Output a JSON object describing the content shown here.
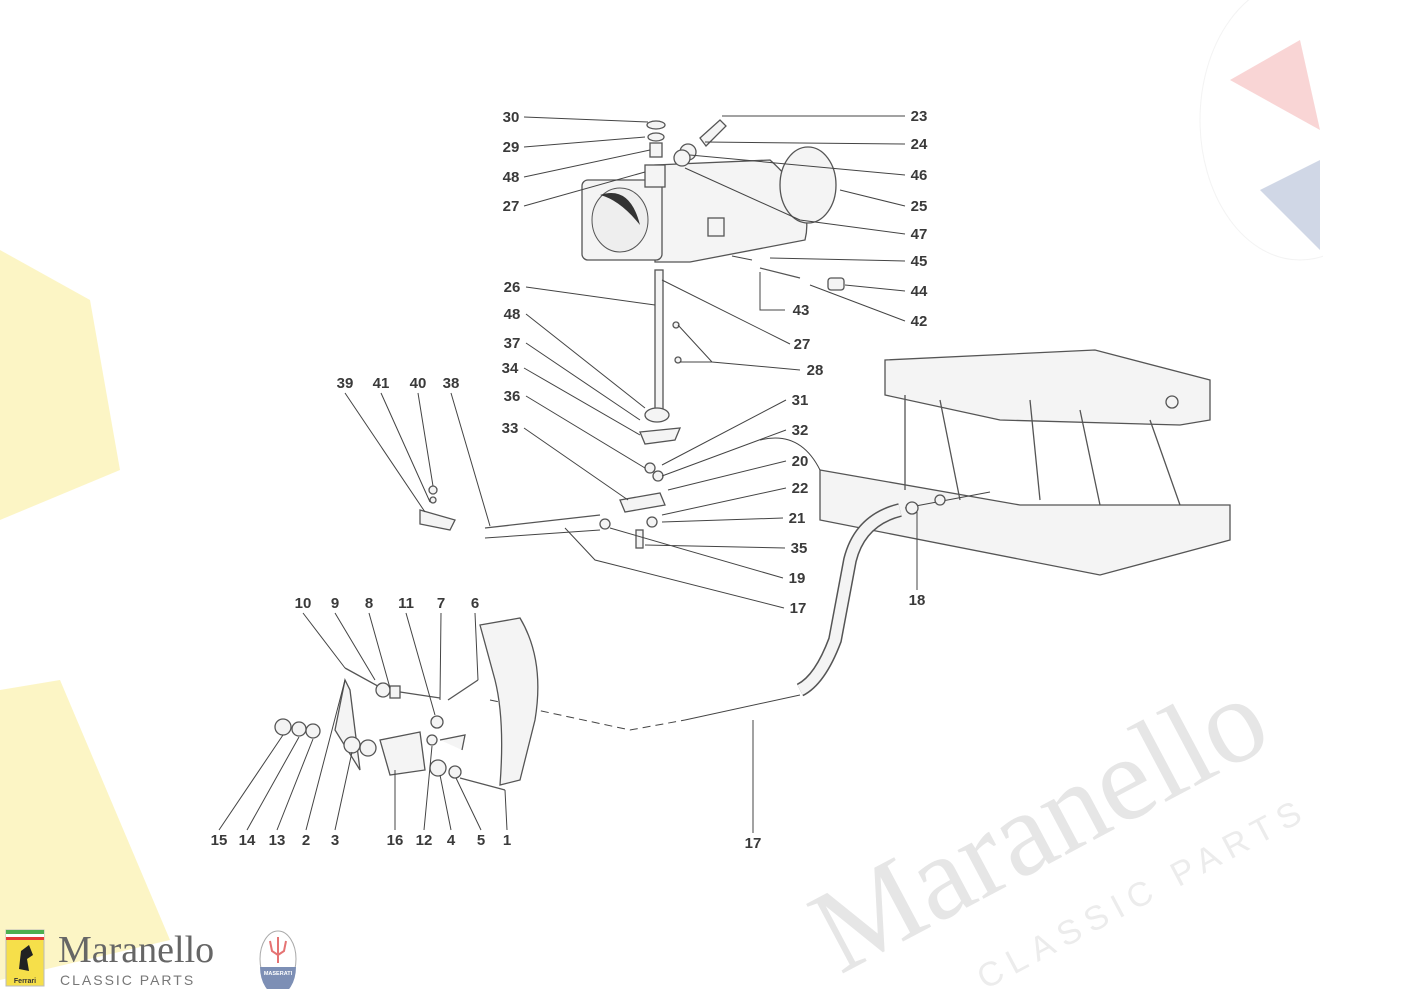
{
  "brand": {
    "name": "Maranello",
    "subtitle": "CLASSIC PARTS",
    "ferrari_badge_text": "Ferrari",
    "maserati_badge_text": "MASERATI"
  },
  "watermark": {
    "name": "Maranello",
    "subtitle": "CLASSIC PARTS"
  },
  "callouts": {
    "c30": "30",
    "c29": "29",
    "c48a": "48",
    "c27a": "27",
    "c23": "23",
    "c24": "24",
    "c46": "46",
    "c25": "25",
    "c47": "47",
    "c45": "45",
    "c44": "44",
    "c42": "42",
    "c43": "43",
    "c26": "26",
    "c27b": "27",
    "c28": "28",
    "c48b": "48",
    "c37": "37",
    "c34": "34",
    "c36": "36",
    "c33": "33",
    "c31": "31",
    "c32": "32",
    "c20": "20",
    "c22": "22",
    "c21": "21",
    "c35": "35",
    "c19": "19",
    "c17a": "17",
    "c39": "39",
    "c41": "41",
    "c40": "40",
    "c38": "38",
    "c18": "18",
    "c17b": "17",
    "c10": "10",
    "c9": "9",
    "c8": "8",
    "c11": "11",
    "c7": "7",
    "c6": "6",
    "c15": "15",
    "c14": "14",
    "c13": "13",
    "c2": "2",
    "c3": "3",
    "c16": "16",
    "c12": "12",
    "c4": "4",
    "c5": "5",
    "c1": "1"
  }
}
